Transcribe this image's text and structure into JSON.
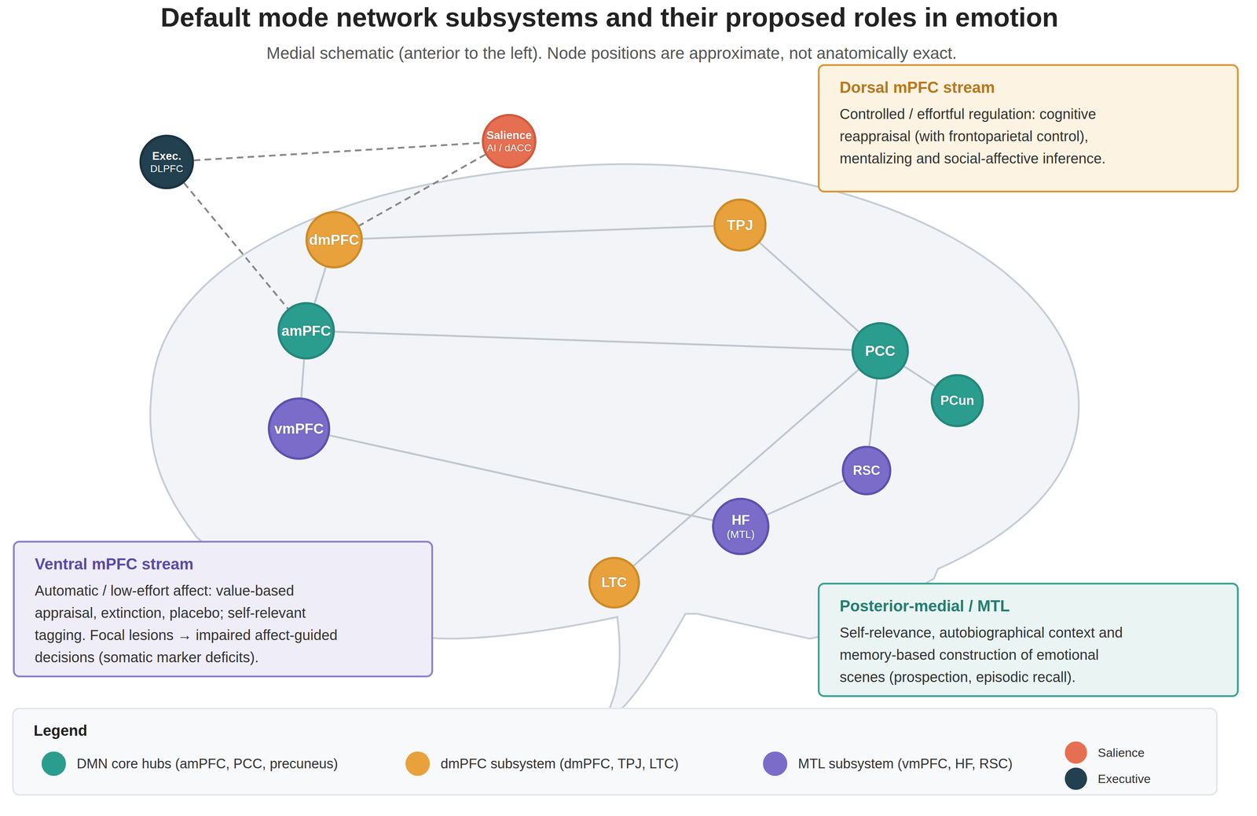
{
  "diagram": {
    "title": "Default mode network subsystems and their proposed roles in emotion",
    "caption": "Medial schematic (anterior to the left). Node positions are approximate, not anatomically exact.",
    "nodes": [
      {
        "text": [
          "Dorsal mPFC stream",
          "Controlled / effortful regulation: cognitive reappraisal (with frontoparietal control), mentalizing and social-affective inference."
        ]
      },
      {
        "text": [
          "Exec.",
          "DLPFC"
        ]
      },
      {
        "text": [
          "Salience",
          "AI / dACC"
        ]
      },
      {
        "text": [
          "dmPFC"
        ]
      },
      {
        "text": [
          "TPJ"
        ]
      },
      {
        "text": [
          "amPFC"
        ]
      },
      {
        "text": [
          "PCC"
        ]
      },
      {
        "text": [
          "PCun"
        ]
      },
      {
        "text": [
          "vmPFC"
        ]
      },
      {
        "text": [
          "RSC"
        ]
      },
      {
        "text": [
          "HF",
          "(MTL)"
        ]
      },
      {
        "text": [
          "LTC"
        ]
      },
      {
        "text": [
          "Ventral mPFC stream",
          "Automatic / low-effort affect: value-based appraisal, extinction, placebo; self-relevant tagging. Focal lesions → impaired affect-guided decisions (somatic marker deficits)."
        ]
      },
      {
        "text": [
          "Posterior-medial / MTL",
          "Self-relevance, autobiographical context and memory-based construction of emotional scenes (prospection, episodic recall)."
        ]
      }
    ],
    "edges": [
      {
        "from": 3,
        "to": 4,
        "arrow": "none"
      },
      {
        "from": 3,
        "to": 5,
        "arrow": "none"
      },
      {
        "from": 5,
        "to": 6,
        "arrow": "none"
      },
      {
        "from": 4,
        "to": 6,
        "arrow": "none"
      },
      {
        "from": 6,
        "to": 7,
        "arrow": "none"
      },
      {
        "from": 5,
        "to": 8,
        "arrow": "none"
      },
      {
        "from": 6,
        "to": 9,
        "arrow": "none"
      },
      {
        "from": 6,
        "to": 11,
        "arrow": "none"
      },
      {
        "from": 8,
        "to": 10,
        "arrow": "none"
      },
      {
        "from": 10,
        "to": 9,
        "arrow": "none"
      },
      {
        "from": 1,
        "to": 2,
        "arrow": "none"
      },
      {
        "from": 2,
        "to": 3,
        "arrow": "none"
      },
      {
        "from": 1,
        "to": 5,
        "arrow": "none"
      }
    ],
    "labels": [
      "Legend"
    ],
    "legend": [
      {
        "text": "DMN core hubs (amPFC, PCC, precuneus)",
        "color": "#2a9d8f"
      },
      {
        "text": "dmPFC subsystem (dmPFC, TPJ, LTC)",
        "color": "#e9a23b"
      },
      {
        "text": "MTL subsystem (vmPFC, HF, RSC)",
        "color": "#7a6cc8"
      },
      {
        "text": "Salience",
        "color": "#e76f51"
      },
      {
        "text": "Executive",
        "color": "#22404f"
      }
    ]
  }
}
